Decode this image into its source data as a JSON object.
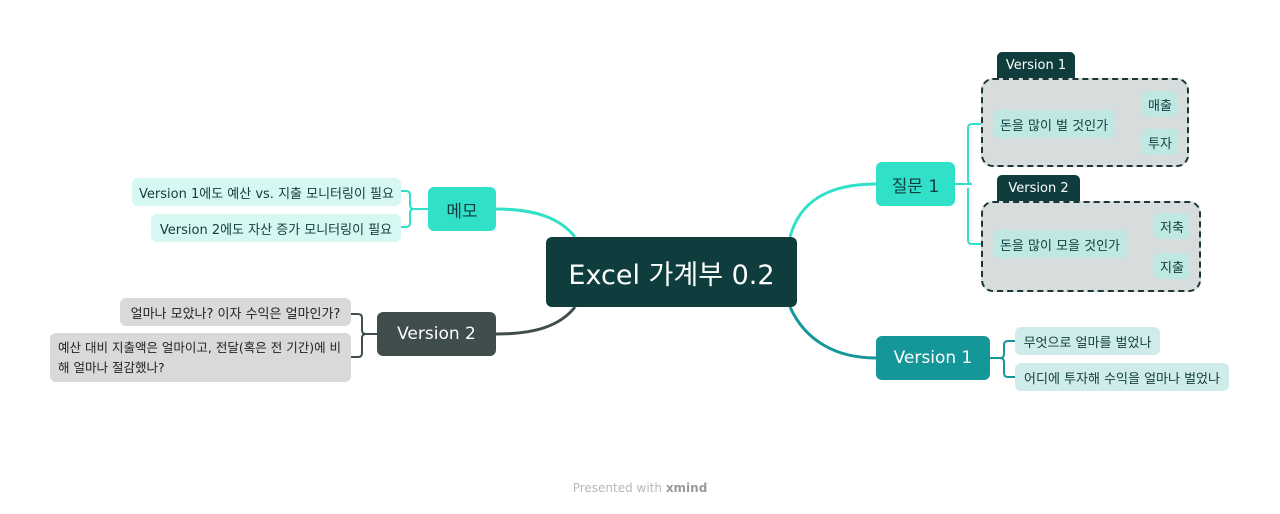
{
  "central": "Excel 가계부 0.2",
  "memo": {
    "label": "메모",
    "items": [
      "Version 1에도 예산 vs. 지출 모니터링이 필요",
      "Version 2에도 자산 증가 모니터링이 필요"
    ]
  },
  "version2_branch": {
    "label": "Version 2",
    "items": [
      "얼마나 모았나? 이자 수익은 얼마인가?",
      "예산 대비 지출액은 얼마이고, 전달(혹은 전 기간)에 비해 얼마나 절감했나?"
    ]
  },
  "question1": {
    "label": "질문 1",
    "boundaries": [
      {
        "tag": "Version 1",
        "topic": "돈을 많이 벌 것인가",
        "children": [
          "매출",
          "투자"
        ]
      },
      {
        "tag": "Version 2",
        "topic": "돈을 많이 모을 것인가",
        "children": [
          "저축",
          "지출"
        ]
      }
    ]
  },
  "version1_branch": {
    "label": "Version 1",
    "items": [
      "무엇으로 얼마를 벌었나",
      "어디에 투자해 수익을 얼마나 벌었나"
    ]
  },
  "footer": {
    "prefix": "Presented with",
    "brand": "xmind"
  },
  "colors": {
    "central": "#0f3d3e",
    "teal": "#30e0c8",
    "dark": "#3f4e4c",
    "mid": "#15979a"
  }
}
